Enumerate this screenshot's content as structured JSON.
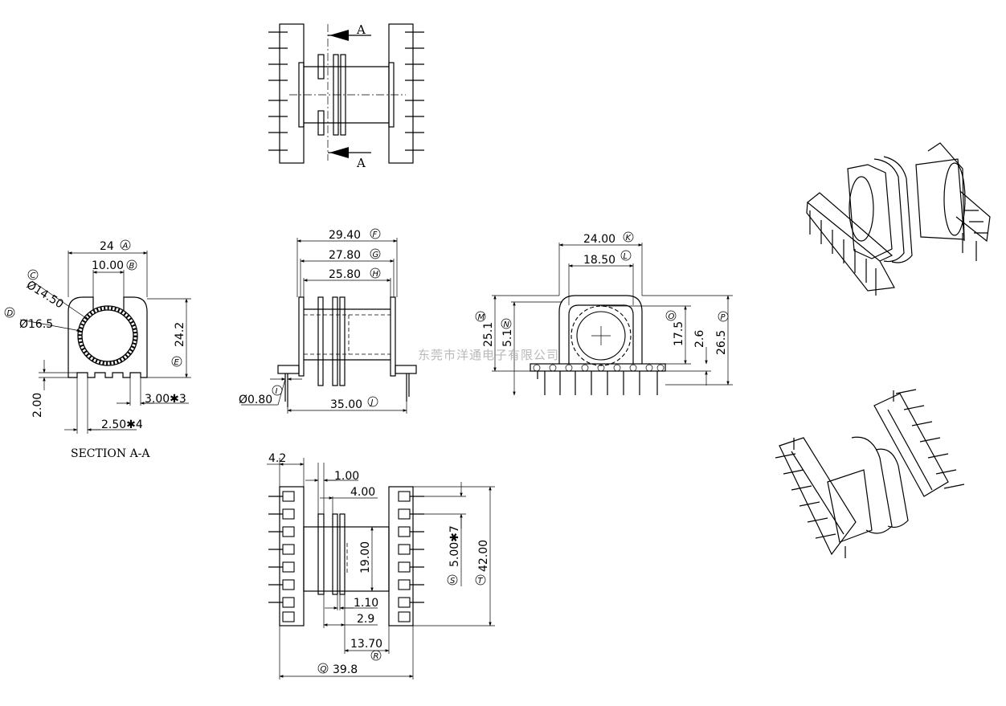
{
  "section_label": "SECTION A-A",
  "section_marker": "A",
  "watermark": "东莞市洋通电子有限公司",
  "dims_section": {
    "width": "24",
    "width_tag": "A",
    "slot": "10.00",
    "slot_tag": "B",
    "inner_dia": "Ø14.50",
    "inner_tag": "C",
    "outer_dia": "Ø16.5",
    "outer_tag": "D",
    "height": "24.2",
    "height_tag": "E",
    "base": "2.00",
    "notch": "3.00✱3",
    "pitch": "2.50✱4"
  },
  "dims_front": {
    "f": "29.40",
    "f_tag": "F",
    "g": "27.80",
    "g_tag": "G",
    "h": "25.80",
    "h_tag": "H",
    "pin_dia": "Ø0.80",
    "pin_tag": "I",
    "length": "35.00",
    "length_tag": "J"
  },
  "dims_side": {
    "k": "24.00",
    "k_tag": "K",
    "l": "18.50",
    "l_tag": "L",
    "m": "25.1",
    "m_tag": "M",
    "n": "5.1",
    "n_tag": "N",
    "o": "17.5",
    "o_tag": "O",
    "p_small": "2.6",
    "p": "26.5",
    "p_tag": "P"
  },
  "dims_bottom": {
    "a": "4.2",
    "b": "1.00",
    "c": "4.00",
    "d": "19.00",
    "e": "1.10",
    "f": "2.9",
    "r": "13.70",
    "r_tag": "R",
    "q": "39.8",
    "q_tag": "Q",
    "s": "5.00✱7",
    "s_tag": "S",
    "t": "42.00",
    "t_tag": "T"
  }
}
